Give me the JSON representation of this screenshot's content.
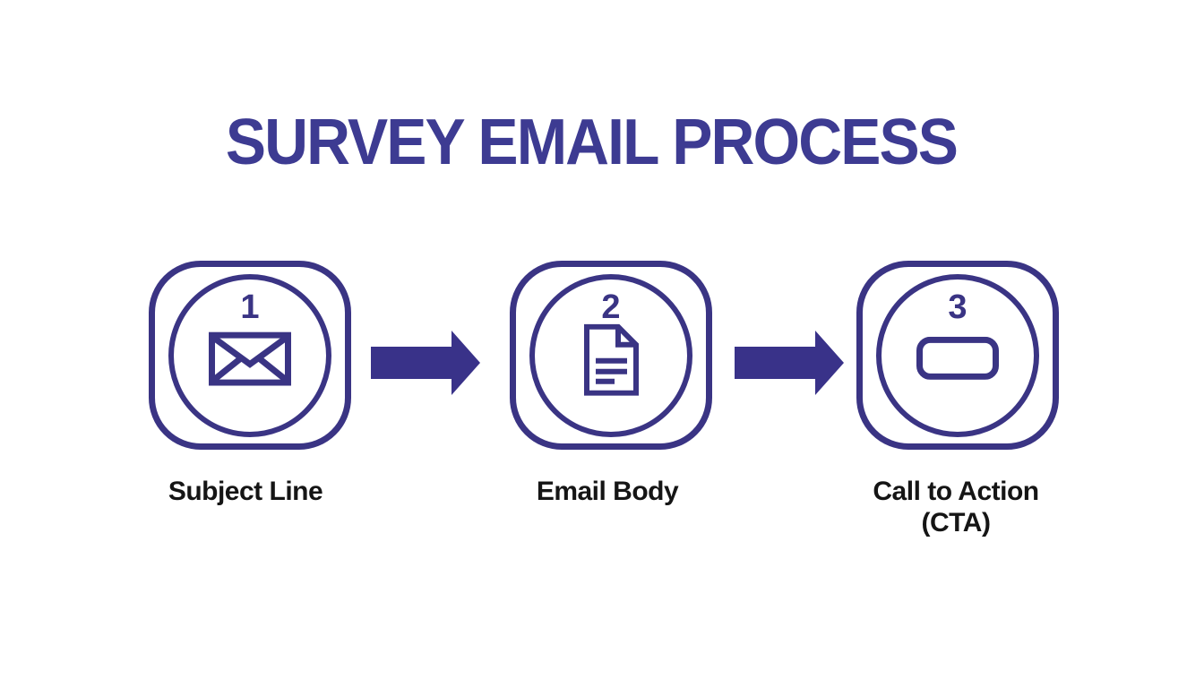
{
  "title": {
    "text": "SURVEY EMAIL PROCESS"
  },
  "colors": {
    "bg": "#ffffff",
    "title": "#3d3b92",
    "stroke": "#3a3484",
    "arrow": "#393289",
    "label": "#151515"
  },
  "steps": [
    {
      "number": "1",
      "label": "Subject Line",
      "icon": "envelope-icon"
    },
    {
      "number": "2",
      "label": "Email Body",
      "icon": "document-icon"
    },
    {
      "number": "3",
      "label": "Call to Action (CTA)",
      "icon": "button-icon"
    }
  ],
  "arrows": [
    {
      "name": "arrow-right-1",
      "direction": "right"
    },
    {
      "name": "arrow-right-2",
      "direction": "right"
    }
  ]
}
